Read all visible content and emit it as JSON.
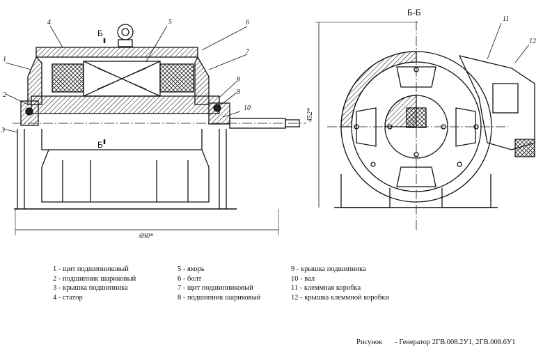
{
  "section_label_top": "Б",
  "section_label_bottom": "Б",
  "section_view_title": "Б-Б",
  "dim_length": "690*",
  "dim_height": "452*",
  "callouts": [
    "1",
    "2",
    "3",
    "4",
    "5",
    "6",
    "7",
    "8",
    "9",
    "10",
    "11",
    "12"
  ],
  "legend": {
    "col1": [
      "1 - щит подшипниковый",
      "2 - подшипник шариковый",
      "3 - крышка подшипника",
      "4 - статор"
    ],
    "col2": [
      "5 - якорь",
      "6 - болт",
      "7 - щит подшипниковый",
      "8 - подшипник шариковый"
    ],
    "col3": [
      "9 - крышка подшипника",
      "10 - вал",
      "11 - клеммная коробка",
      "12 - крышка клеммной коробки"
    ]
  },
  "caption": {
    "label": "Рисунок",
    "text": "- Генератор 2ГВ.008.2У1, 2ГВ.008.6У1"
  }
}
